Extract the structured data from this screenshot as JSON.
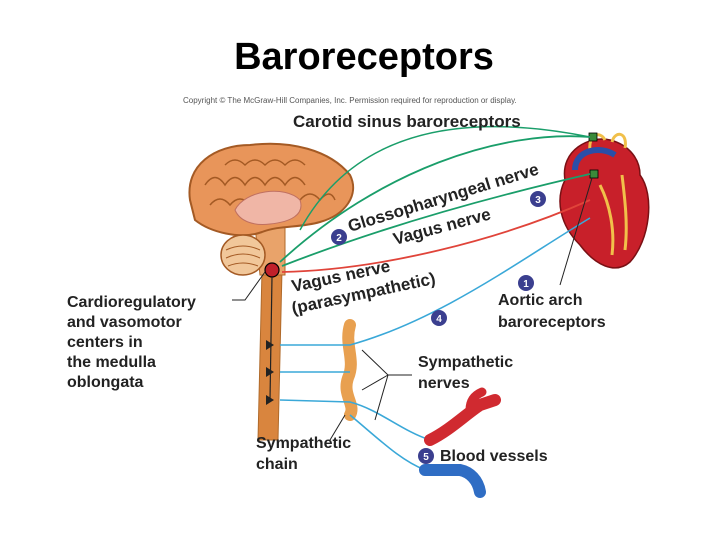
{
  "title": "Baroreceptors",
  "copyright": "Copyright © The McGraw-Hill Companies, Inc. Permission required for reproduction or display.",
  "labels": {
    "carotid": "Carotid sinus baroreceptors",
    "glosso": "Glossopharyngeal nerve",
    "vagus": "Vagus nerve",
    "vagus_para_1": "Vagus nerve",
    "vagus_para_2": "(parasympathetic)",
    "cardio_1": "Cardioregulatory",
    "cardio_2": "and vasomotor",
    "cardio_3": "centers in",
    "cardio_4": "the medulla",
    "cardio_5": "oblongata",
    "aortic_1": "Aortic arch",
    "aortic_2": "baroreceptors",
    "symp_nerves_1": "Sympathetic",
    "symp_nerves_2": "nerves",
    "symp_chain_1": "Sympathetic",
    "symp_chain_2": "chain",
    "blood_vessels": "Blood vessels"
  },
  "steps": [
    "1",
    "2",
    "3",
    "4",
    "5"
  ],
  "colors": {
    "green_nerve": "#1a9e6a",
    "blue_nerve": "#3aa8d8",
    "red_nerve": "#e0443a",
    "brain": "#e8955a",
    "spinal_cord": "#d9853e",
    "heart": "#c8202a",
    "step_circle": "#3b3f8f"
  }
}
